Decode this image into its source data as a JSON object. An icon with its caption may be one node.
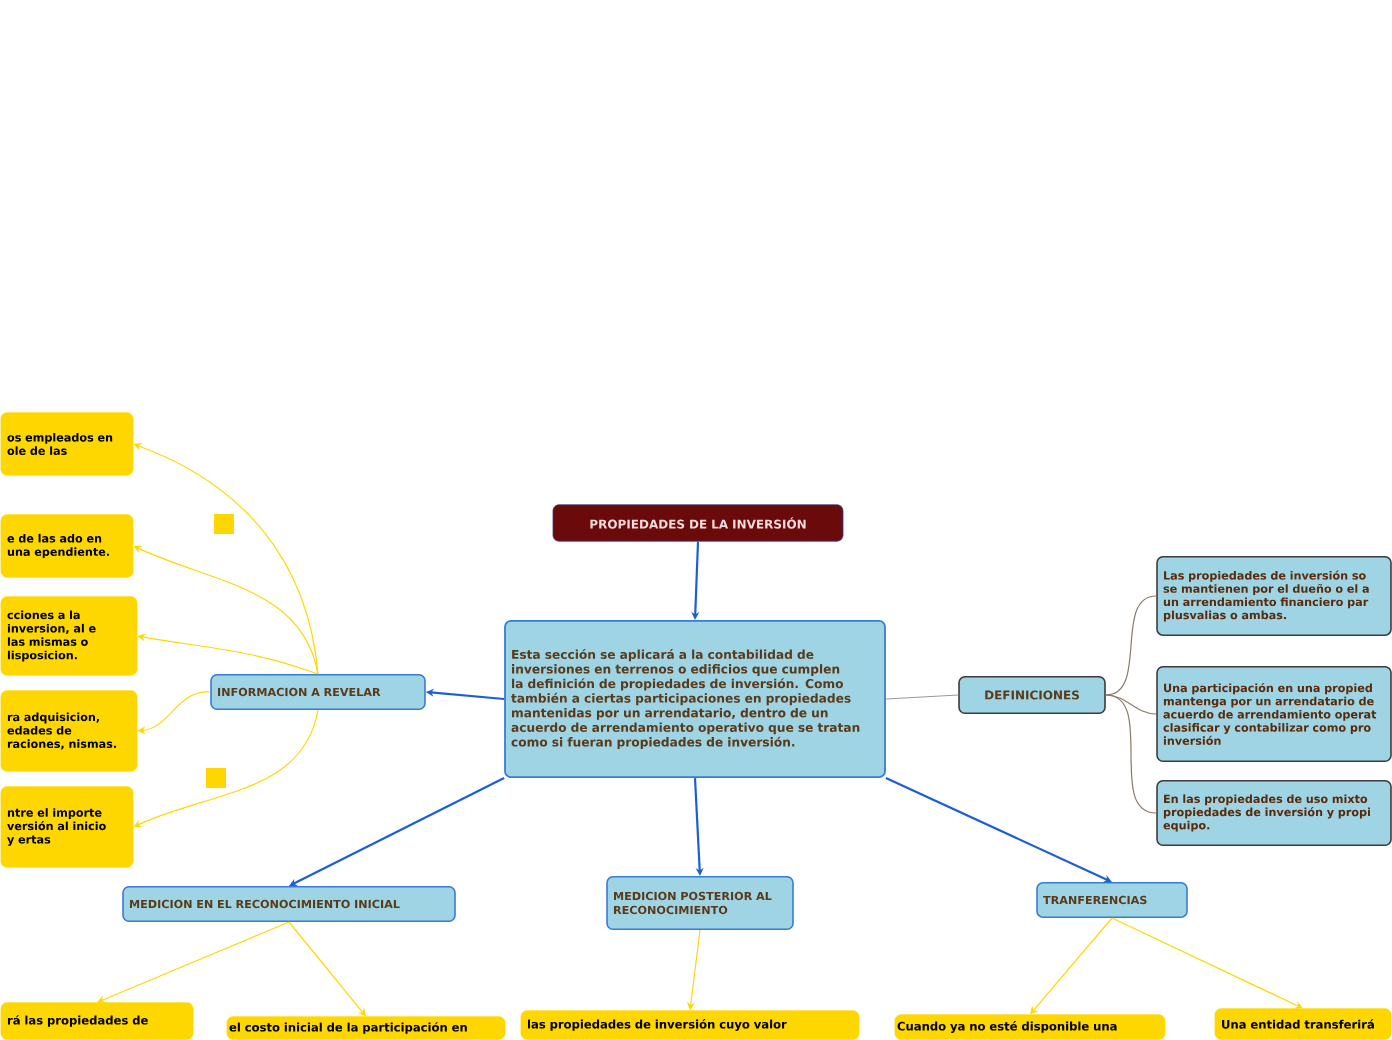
{
  "diagram": {
    "nodes": [
      {
        "text": [
          "PROPIEDADES DE LA INVERSIÓN"
        ]
      },
      {
        "text": [
          "Esta sección se aplicará a la contabilidad de inversiones en terrenos o edificios que cumplen la definición de propiedades de inversión. Como también a ciertas participaciones en propiedades mantenidas por un arrendatario, dentro de un acuerdo de arrendamiento operativo que se tratan como si fueran propiedades de inversión."
        ]
      },
      {
        "text": [
          "INFORMACION A REVELAR"
        ]
      },
      {
        "text": [
          "DEFINICIONES"
        ]
      },
      {
        "text": [
          "MEDICION EN EL RECONOCIMIENTO INICIAL"
        ]
      },
      {
        "text": [
          "MEDICION POSTERIOR AL RECONOCIMIENTO"
        ]
      },
      {
        "text": [
          "TRANFERENCIAS"
        ]
      },
      {
        "text": [
          "os empleados en ole de las"
        ]
      },
      {
        "text": [
          "e de las ado en una ependiente."
        ]
      },
      {
        "text": [
          "cciones a la inversion, al e las mismas o lisposicion."
        ]
      },
      {
        "text": [
          "ra adquisicion, edades de raciones, nismas."
        ]
      },
      {
        "text": [
          "ntre el importe versión al inicio y ertas"
        ]
      },
      {
        "text": [
          "Las propiedades de inversión so se mantienen por el dueño o el a un arrendamiento financiero par plusvalias o ambas."
        ]
      },
      {
        "text": [
          "Una participación en una propied mantenga por un arrendatario de acuerdo de arrendamiento operat clasificar y contabilizar como pro inversión"
        ]
      },
      {
        "text": [
          "En las propiedades de uso mixto propiedades de inversión y propi equipo."
        ]
      },
      {
        "text": [
          "rá las propiedades de"
        ]
      },
      {
        "text": [
          "el costo inicial de la participación en"
        ]
      },
      {
        "text": [
          "las propiedades de inversión cuyo valor"
        ]
      },
      {
        "text": [
          "Cuando ya no esté disponible una"
        ]
      },
      {
        "text": [
          "Una entidad transferirá"
        ]
      }
    ],
    "edges": [
      {
        "from": 0,
        "to": 1,
        "arrow": "to",
        "color": "#1a5fd6"
      },
      {
        "from": 1,
        "to": 2,
        "arrow": "to",
        "color": "#1a5fd6"
      },
      {
        "from": 1,
        "to": 3,
        "arrow": "none",
        "color": "#9a9a9a"
      },
      {
        "from": 1,
        "to": 4,
        "arrow": "to",
        "color": "#1a5fd6"
      },
      {
        "from": 1,
        "to": 5,
        "arrow": "to",
        "color": "#1a5fd6"
      },
      {
        "from": 1,
        "to": 6,
        "arrow": "to",
        "color": "#1a5fd6"
      },
      {
        "from": 2,
        "to": 7,
        "arrow": "to"
      },
      {
        "from": 2,
        "to": 8,
        "arrow": "to"
      },
      {
        "from": 2,
        "to": 9,
        "arrow": "to"
      },
      {
        "from": 2,
        "to": 10,
        "arrow": "to"
      },
      {
        "from": 2,
        "to": 11,
        "arrow": "to"
      },
      {
        "from": 3,
        "to": 12,
        "arrow": "none",
        "color": "#8a7a6a"
      },
      {
        "from": 3,
        "to": 13,
        "arrow": "none",
        "color": "#8a7a6a"
      },
      {
        "from": 3,
        "to": 14,
        "arrow": "none",
        "color": "#8a7a6a"
      },
      {
        "from": 4,
        "to": 15,
        "arrow": "to"
      },
      {
        "from": 4,
        "to": 16,
        "arrow": "to"
      },
      {
        "from": 5,
        "to": 17,
        "arrow": "to"
      },
      {
        "from": 6,
        "to": 18,
        "arrow": "to"
      },
      {
        "from": 6,
        "to": 19,
        "arrow": "to"
      }
    ]
  }
}
